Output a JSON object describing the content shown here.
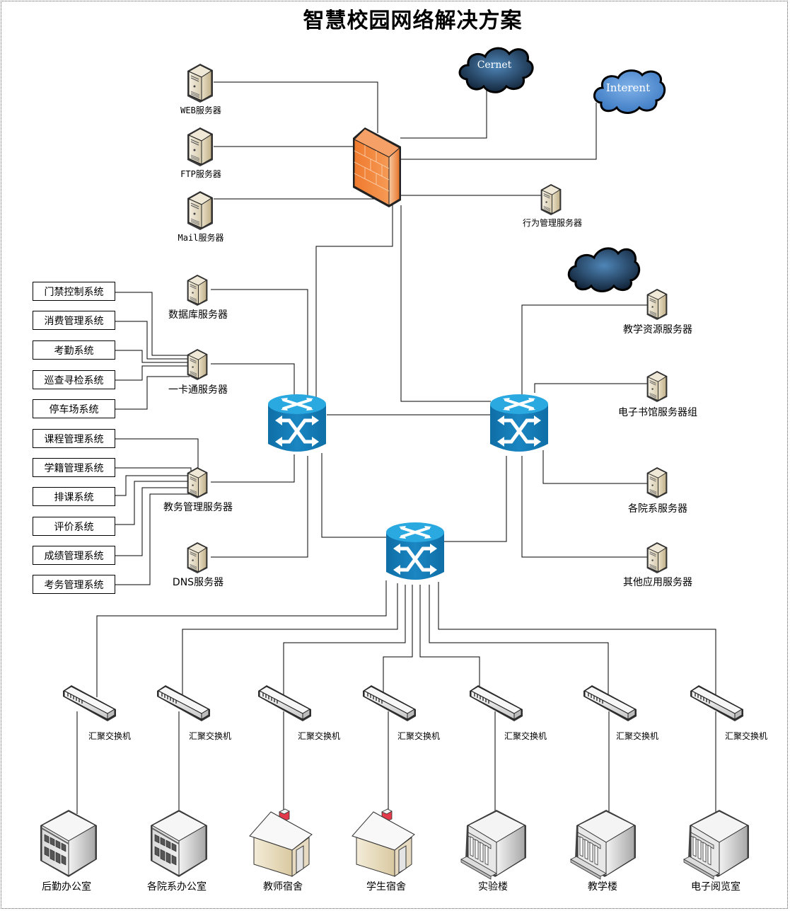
{
  "title": "智慧校园网络解决方案",
  "clouds": [
    {
      "id": "cernet",
      "label": "Cernet",
      "style": "dark"
    },
    {
      "id": "internet",
      "label": "Interent",
      "style": "light"
    },
    {
      "id": "unlabeled",
      "label": "",
      "style": "dark"
    }
  ],
  "firewall": {
    "name": "firewall",
    "color": "#F07A2E"
  },
  "top_servers": [
    {
      "label": "WEB服务器"
    },
    {
      "label": "FTP服务器"
    },
    {
      "label": "Mail服务器"
    },
    {
      "label": "行为管理服务器"
    }
  ],
  "left_servers": [
    {
      "label": "数据库服务器"
    },
    {
      "label": "一卡通服务器"
    },
    {
      "label": "教务管理服务器"
    },
    {
      "label": "DNS服务器"
    }
  ],
  "right_servers": [
    {
      "label": "教学资源服务器"
    },
    {
      "label": "电子书馆服务器组"
    },
    {
      "label": "各院系服务器"
    },
    {
      "label": "其他应用服务器"
    }
  ],
  "card_systems": [
    "门禁控制系统",
    "消费管理系统",
    "考勤系统",
    "巡查寻检系统",
    "停车场系统"
  ],
  "academic_systems": [
    "课程管理系统",
    "学籍管理系统",
    "排课系统",
    "评价系统",
    "成绩管理系统",
    "考务管理系统"
  ],
  "core_switches": [
    {
      "id": "core-left"
    },
    {
      "id": "core-right"
    },
    {
      "id": "core-bottom"
    }
  ],
  "aggregation_switches": [
    {
      "label": "汇聚交换机"
    },
    {
      "label": "汇聚交换机"
    },
    {
      "label": "汇聚交换机"
    },
    {
      "label": "汇聚交换机"
    },
    {
      "label": "汇聚交换机"
    },
    {
      "label": "汇聚交换机"
    },
    {
      "label": "汇聚交换机"
    }
  ],
  "buildings": [
    {
      "label": "后勤办公室",
      "type": "office"
    },
    {
      "label": "各院系办公室",
      "type": "office"
    },
    {
      "label": "教师宿舍",
      "type": "house"
    },
    {
      "label": "学生宿舍",
      "type": "house"
    },
    {
      "label": "实验楼",
      "type": "hall"
    },
    {
      "label": "教学楼",
      "type": "hall"
    },
    {
      "label": "电子阅览室",
      "type": "hall"
    }
  ],
  "colors": {
    "switch_blue": "#1279B3",
    "switch_top": "#2AA8E0",
    "firewall": "#F07A2E",
    "cloud_dark": "#1E3C5C",
    "cloud_light": "#5B95D6"
  }
}
